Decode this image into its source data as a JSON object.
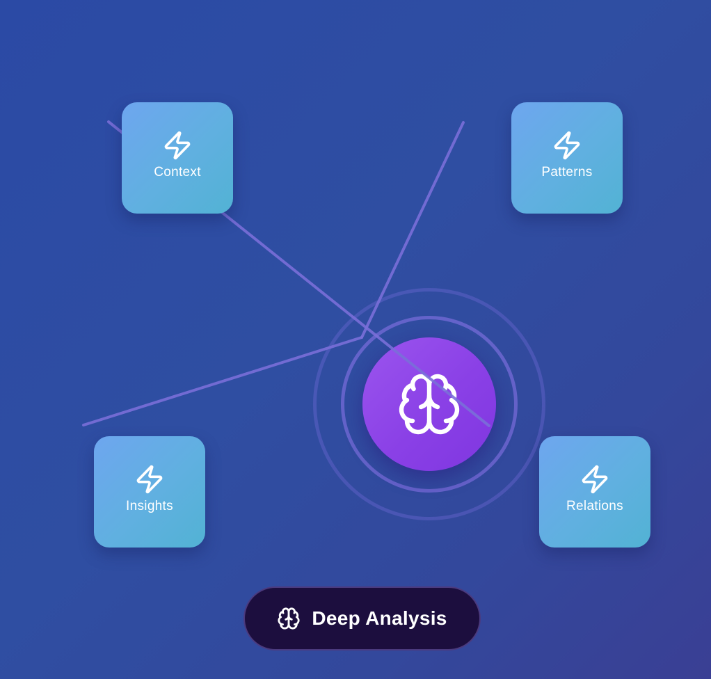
{
  "nodes": {
    "context": {
      "label": "Context",
      "icon": "lightning-icon"
    },
    "patterns": {
      "label": "Patterns",
      "icon": "lightning-icon"
    },
    "insights": {
      "label": "Insights",
      "icon": "lightning-icon"
    },
    "relations": {
      "label": "Relations",
      "icon": "lightning-icon"
    }
  },
  "core": {
    "icon": "brain-icon"
  },
  "action": {
    "label": "Deep Analysis",
    "icon": "brain-icon"
  },
  "colors": {
    "background": "#2f4ea2",
    "node": "#62aee2",
    "core": "#8f46e8",
    "connector": "#7a6fd8",
    "pill": "#1c0e3e"
  }
}
